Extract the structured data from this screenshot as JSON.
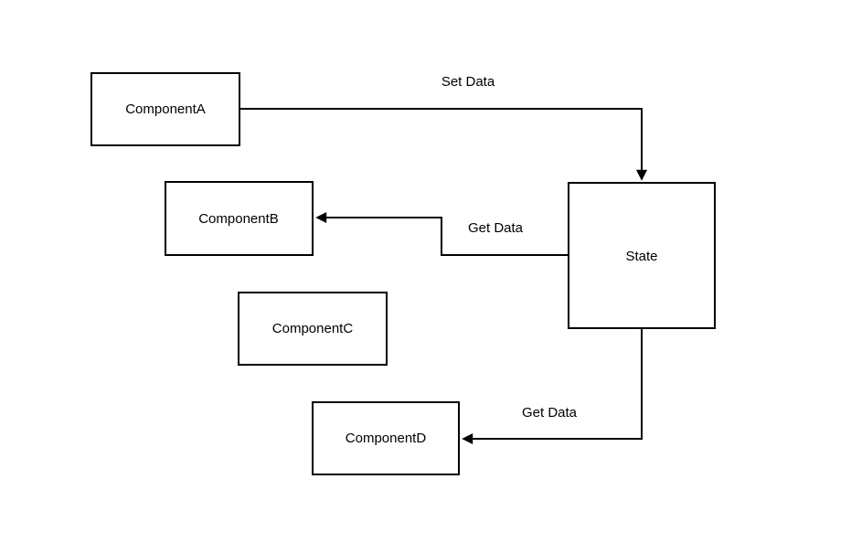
{
  "diagram": {
    "colors": {
      "background": "#ffffff",
      "stroke": "#000000",
      "text": "#000000"
    },
    "nodes": [
      {
        "id": "componentA",
        "label": "ComponentA"
      },
      {
        "id": "componentB",
        "label": "ComponentB"
      },
      {
        "id": "componentC",
        "label": "ComponentC"
      },
      {
        "id": "componentD",
        "label": "ComponentD"
      },
      {
        "id": "state",
        "label": "State"
      }
    ],
    "edges": [
      {
        "from": "componentA",
        "to": "state",
        "label": "Set Data"
      },
      {
        "from": "state",
        "to": "componentB",
        "label": "Get Data"
      },
      {
        "from": "state",
        "to": "componentD",
        "label": "Get Data"
      }
    ]
  }
}
